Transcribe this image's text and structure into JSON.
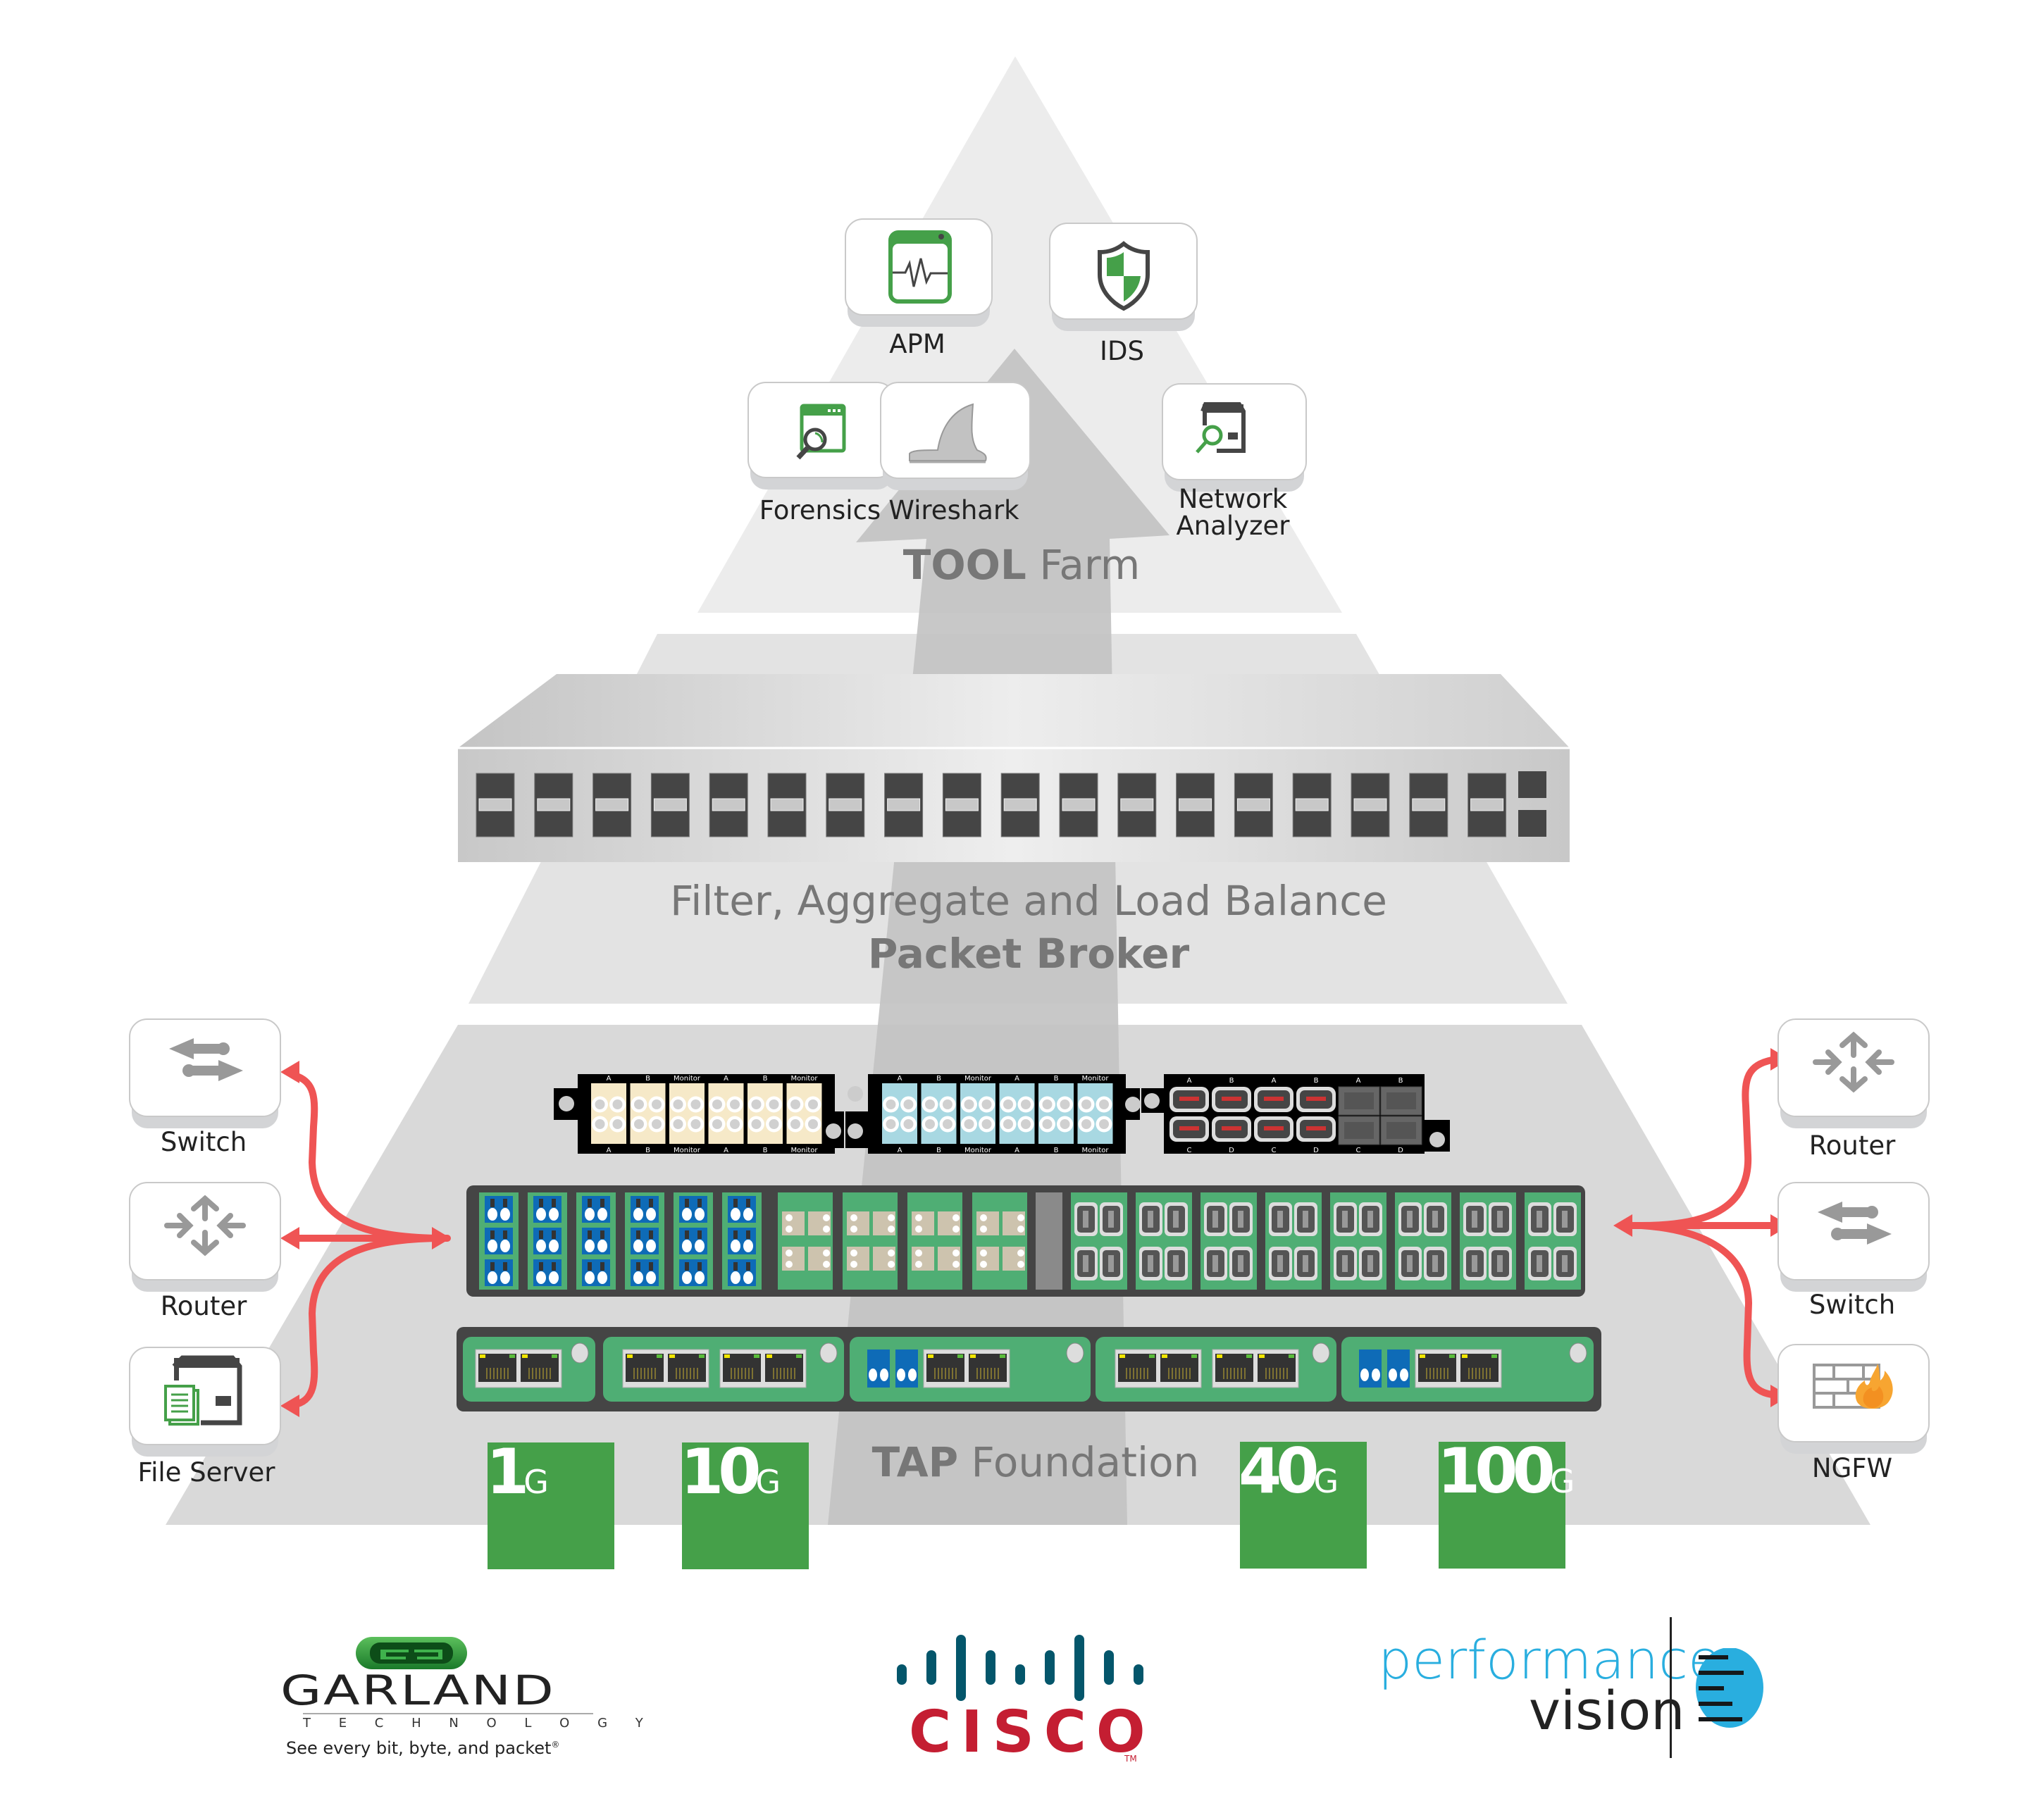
{
  "layers": {
    "tool_farm": {
      "bold": "TOOL",
      "rest": " Farm"
    },
    "packet_broker": {
      "line1": "Filter, Aggregate and Load Balance",
      "line2": "Packet Broker"
    },
    "tap_foundation": {
      "bold": "TAP",
      "rest": " Foundation"
    }
  },
  "tools": [
    {
      "id": "apm",
      "label": "APM",
      "icon": "apm-monitor-icon"
    },
    {
      "id": "ids",
      "label": "IDS",
      "icon": "shield-icon"
    },
    {
      "id": "forensics",
      "label": "Forensics",
      "icon": "forensics-search-icon"
    },
    {
      "id": "wireshark",
      "label": "Wireshark",
      "icon": "shark-fin-icon"
    },
    {
      "id": "network_analyzer",
      "label_line1": "Network",
      "label_line2": "Analyzer",
      "icon": "network-analyzer-icon"
    }
  ],
  "left_devices": [
    {
      "label": "Switch",
      "icon": "switch-icon"
    },
    {
      "label": "Router",
      "icon": "router-icon"
    },
    {
      "label": "File Server",
      "icon": "file-server-icon"
    }
  ],
  "right_devices": [
    {
      "label": "Router",
      "icon": "router-icon"
    },
    {
      "label": "Switch",
      "icon": "switch-icon"
    },
    {
      "label": "NGFW",
      "icon": "firewall-icon"
    }
  ],
  "speeds": [
    {
      "num": "1",
      "unit": "G"
    },
    {
      "num": "10",
      "unit": "G"
    },
    {
      "num": "40",
      "unit": "G"
    },
    {
      "num": "100",
      "unit": "G"
    }
  ],
  "patch_panels": {
    "panel1_top": [
      "A",
      "B",
      "Monitor",
      "A",
      "B",
      "Monitor"
    ],
    "panel1_bottom": [
      "A",
      "B",
      "Monitor",
      "A",
      "B",
      "Monitor"
    ],
    "panel3_top": [
      "A",
      "B",
      "A",
      "B",
      "A",
      "B"
    ],
    "panel3_bottom": [
      "C",
      "D",
      "C",
      "D",
      "C",
      "D"
    ]
  },
  "logos": {
    "garland": {
      "name": "GARLAND",
      "sub": "T E C H N O L O G Y",
      "tagline": "See every bit, byte, and packet",
      "reg": "®"
    },
    "cisco": {
      "name": "CISCO",
      "tm": "TM"
    },
    "performance_vision": {
      "line1": "performance",
      "line2": "vision"
    }
  },
  "colors": {
    "green": "#45a049",
    "tap_green": "#4fae74",
    "arrow_red": "#ef5454",
    "cisco_red": "#c41e32",
    "cisco_blue": "#04566b",
    "pv_blue": "#29aedf",
    "lc_blue": "#0e6bb7"
  }
}
